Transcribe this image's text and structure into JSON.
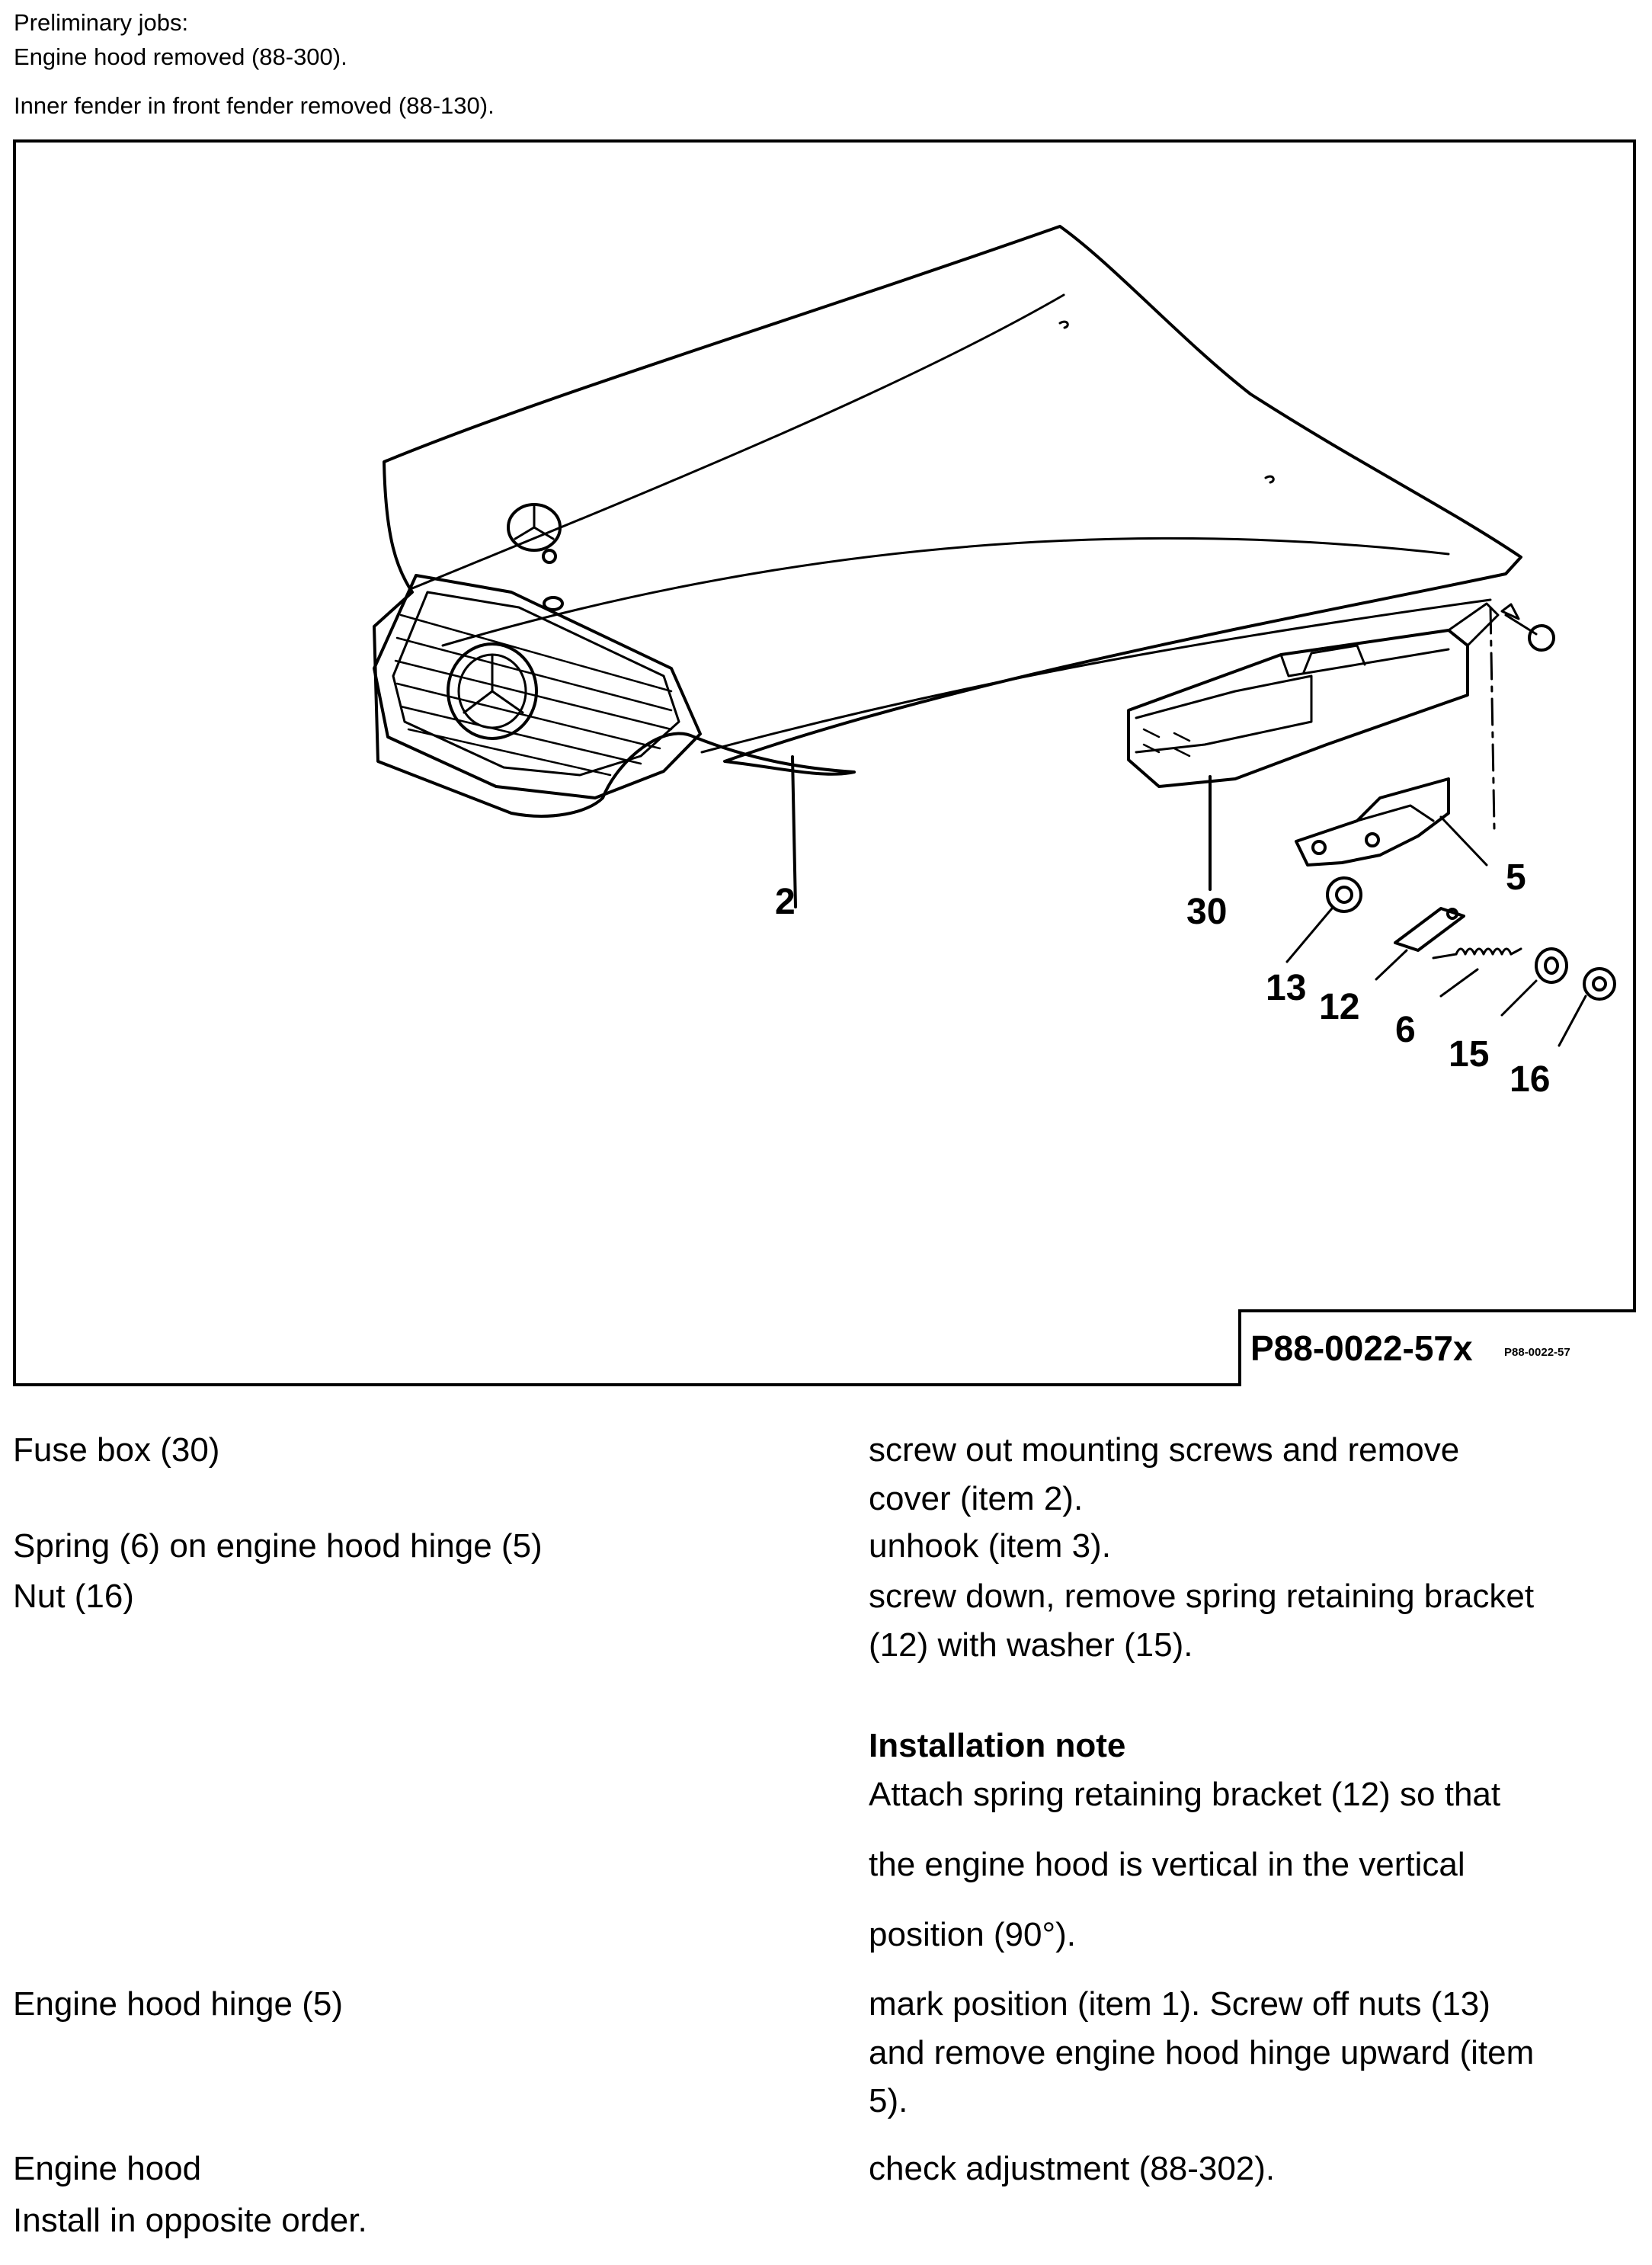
{
  "preliminary": {
    "heading": "Preliminary jobs:",
    "job1": "Engine hood removed (88-300).",
    "job2": "Inner fender in front fender removed (88-130)."
  },
  "figure": {
    "code": "P88-0022-57x",
    "code_small": "P88-0022-57",
    "callouts": {
      "c2": "2",
      "c30": "30",
      "c5": "5",
      "c13": "13",
      "c12": "12",
      "c6": "6",
      "c15": "15",
      "c16": "16"
    }
  },
  "steps": [
    {
      "item": "Fuse box (30)",
      "action1": "screw out mounting screws and remove",
      "action2": "cover (item 2)."
    },
    {
      "item": "Spring (6) on engine hood hinge (5)",
      "action1": "unhook (item 3)."
    },
    {
      "item": "Nut (16)",
      "action1": "screw down, remove spring retaining bracket",
      "action2": "(12) with washer (15)."
    }
  ],
  "installation_note": {
    "heading": "Installation note",
    "line1": "Attach spring retaining bracket (12) so that",
    "line2": "the engine hood is vertical in the vertical",
    "line3": "position (90°)."
  },
  "steps2": [
    {
      "item": "Engine hood hinge (5)",
      "action1": "mark position (item 1). Screw off nuts (13)",
      "action2": "and remove engine hood hinge upward (item",
      "action3": "5)."
    },
    {
      "item": "Engine hood",
      "action1": "check adjustment (88-302)."
    }
  ],
  "footer": "Install in opposite order."
}
